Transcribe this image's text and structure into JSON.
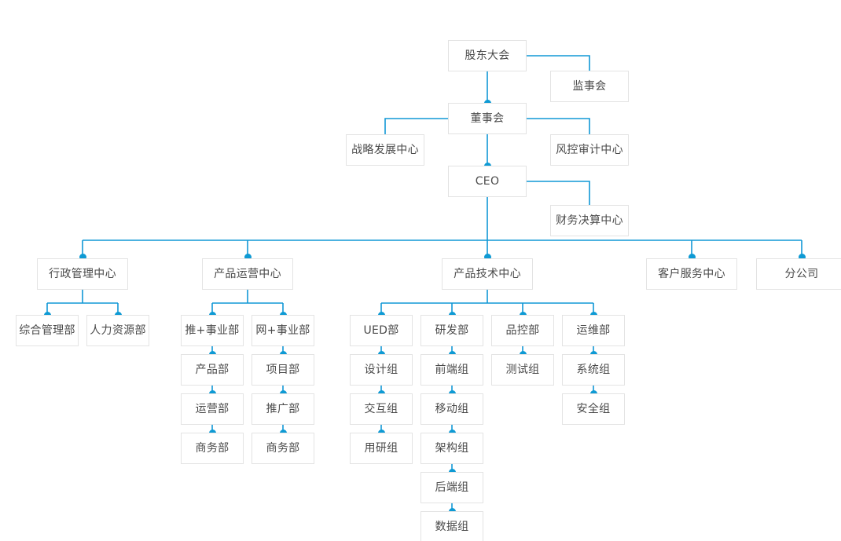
{
  "chart_data": {
    "type": "diagram",
    "title": "",
    "diagram_kind": "organization-chart",
    "orientation": "top-down",
    "style": {
      "connector_color": "#1198d6",
      "node_border_color": "#e3e3e3",
      "node_background": "#ffffff",
      "node_text_color": "#4a4a4a",
      "dot_color": "#0e9ad4",
      "canvas_background": "#ffffff"
    },
    "levels": [
      [
        "股东大会"
      ],
      [
        "监事会",
        "董事会"
      ],
      [
        "战略发展中心",
        "风控审计中心",
        "CEO"
      ],
      [
        "财务决算中心"
      ],
      [
        "行政管理中心",
        "产品运营中心",
        "产品技术中心",
        "客户服务中心",
        "分公司"
      ],
      [
        "综合管理部",
        "人力资源部",
        "推+事业部",
        "网+事业部",
        "UED部",
        "研发部",
        "品控部",
        "运维部"
      ],
      [
        "产品部",
        "项目部",
        "设计组",
        "前端组",
        "测试组",
        "系统组"
      ],
      [
        "运营部",
        "推广部",
        "交互组",
        "移动组",
        "安全组"
      ],
      [
        "商务部",
        "商务部",
        "用研组",
        "架构组"
      ],
      [
        "后端组"
      ],
      [
        "数据组"
      ]
    ],
    "edges": [
      [
        "股东大会",
        "监事会"
      ],
      [
        "股东大会",
        "董事会"
      ],
      [
        "董事会",
        "战略发展中心"
      ],
      [
        "董事会",
        "风控审计中心"
      ],
      [
        "董事会",
        "CEO"
      ],
      [
        "CEO",
        "财务决算中心"
      ],
      [
        "CEO",
        "行政管理中心"
      ],
      [
        "CEO",
        "产品运营中心"
      ],
      [
        "CEO",
        "产品技术中心"
      ],
      [
        "CEO",
        "客户服务中心"
      ],
      [
        "CEO",
        "分公司"
      ],
      [
        "行政管理中心",
        "综合管理部"
      ],
      [
        "行政管理中心",
        "人力资源部"
      ],
      [
        "产品运营中心",
        "推+事业部"
      ],
      [
        "产品运营中心",
        "网+事业部"
      ],
      [
        "推+事业部",
        "产品部"
      ],
      [
        "产品部",
        "运营部"
      ],
      [
        "运营部",
        "商务部"
      ],
      [
        "网+事业部",
        "项目部"
      ],
      [
        "项目部",
        "推广部"
      ],
      [
        "推广部",
        "商务部"
      ],
      [
        "产品技术中心",
        "UED部"
      ],
      [
        "产品技术中心",
        "研发部"
      ],
      [
        "产品技术中心",
        "品控部"
      ],
      [
        "产品技术中心",
        "运维部"
      ],
      [
        "UED部",
        "设计组"
      ],
      [
        "设计组",
        "交互组"
      ],
      [
        "交互组",
        "用研组"
      ],
      [
        "研发部",
        "前端组"
      ],
      [
        "前端组",
        "移动组"
      ],
      [
        "移动组",
        "架构组"
      ],
      [
        "架构组",
        "后端组"
      ],
      [
        "后端组",
        "数据组"
      ],
      [
        "品控部",
        "测试组"
      ],
      [
        "运维部",
        "系统组"
      ],
      [
        "系统组",
        "安全组"
      ]
    ]
  },
  "nodes": {
    "shareholders_meeting": "股东大会",
    "board_of_supervisors": "监事会",
    "board_of_directors": "董事会",
    "strategy_development_center": "战略发展中心",
    "risk_audit_center": "风控审计中心",
    "ceo": "CEO",
    "finance_settlement_center": "财务决算中心",
    "admin_management_center": "行政管理中心",
    "product_operations_center": "产品运营中心",
    "product_technology_center": "产品技术中心",
    "customer_service_center": "客户服务中心",
    "branch_company": "分公司",
    "general_management_dept": "综合管理部",
    "human_resources_dept": "人力资源部",
    "tui_business_unit": "推+事业部",
    "wang_business_unit": "网+事业部",
    "product_dept": "产品部",
    "operations_dept": "运营部",
    "business_dept_left": "商务部",
    "project_dept": "项目部",
    "promotion_dept": "推广部",
    "business_dept_right": "商务部",
    "ued_dept": "UED部",
    "design_group": "设计组",
    "interaction_group": "交互组",
    "user_research_group": "用研组",
    "rd_dept": "研发部",
    "frontend_group": "前端组",
    "mobile_group": "移动组",
    "architecture_group": "架构组",
    "backend_group": "后端组",
    "data_group": "数据组",
    "quality_control_dept": "品控部",
    "test_group": "测试组",
    "operations_maintenance_dept": "运维部",
    "system_group": "系统组",
    "security_group": "安全组"
  }
}
